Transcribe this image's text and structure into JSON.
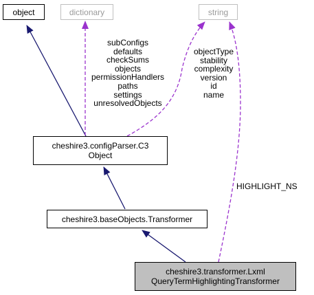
{
  "nodes": {
    "object": "object",
    "dictionary": "dictionary",
    "string": "string",
    "c3object": [
      "cheshire3.configParser.C3",
      "Object"
    ],
    "transformer": "cheshire3.baseObjects.Transformer",
    "lxml": [
      "cheshire3.transformer.Lxml",
      "QueryTermHighlightingTransformer"
    ]
  },
  "edge_labels": {
    "dictionary_members": [
      "subConfigs",
      "defaults",
      "checkSums",
      "objects",
      "permissionHandlers",
      "paths",
      "settings",
      "unresolvedObjects"
    ],
    "string_members": [
      "objectType",
      "stability",
      "complexity",
      "version",
      "id",
      "name"
    ],
    "highlight": "HIGHLIGHT_NS"
  },
  "colors": {
    "inherit_edge": "#191970",
    "usage_edge": "#9a32cd",
    "focus_fill": "#bfbfbf",
    "muted_border": "#bfbfbf"
  }
}
